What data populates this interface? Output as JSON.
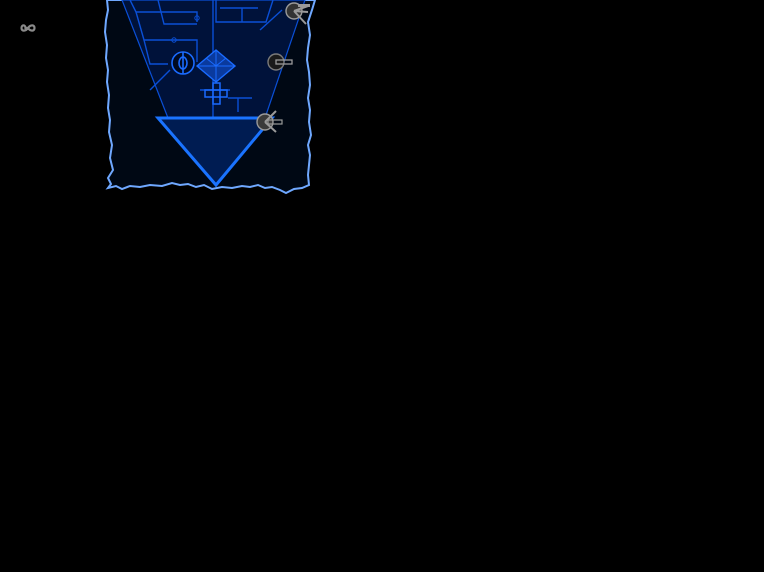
{
  "game": {
    "view": "level-map",
    "hud": {
      "lives_icon": "infinity-icon"
    },
    "colors": {
      "background": "#000000",
      "map_fill": "#001a4d",
      "map_line": "#0a4fd6",
      "map_bright": "#1a6bff",
      "torn_edge": "#6fa8ff",
      "hud_icon": "#8a8a8a",
      "wrench_grey": "#9a9a9a"
    },
    "map_elements": [
      {
        "name": "central-valve-icon"
      },
      {
        "name": "diamond-crystal-icon"
      },
      {
        "name": "cross-junction-icon"
      },
      {
        "name": "exit-triangle"
      },
      {
        "name": "wrench-marker-top"
      },
      {
        "name": "wrench-marker-middle"
      },
      {
        "name": "wrench-marker-bottom"
      }
    ]
  }
}
